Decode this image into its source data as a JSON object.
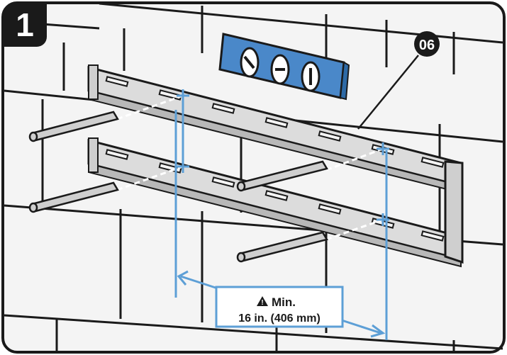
{
  "step": {
    "number": "1"
  },
  "part": {
    "label": "06"
  },
  "measurement": {
    "line1": "Min.",
    "line2": "16 in. (406 mm)",
    "warning_icon": "warning-triangle-icon"
  },
  "colors": {
    "accent_blue": "#5d9fd6",
    "level_blue": "#4a88c9",
    "outline": "#1a1a1a",
    "wall": "#f2f2f2"
  }
}
